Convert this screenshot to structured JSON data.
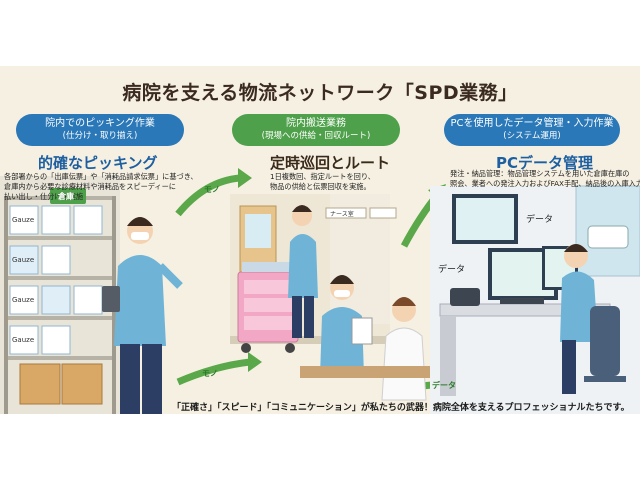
{
  "poster": {
    "title": "病院を支える物流ネットワーク「SPD業務」",
    "sections": [
      {
        "banner": "院内でのピッキング作業",
        "banner_sub": "(仕分け・取り揃え)",
        "heading": "的確なピッキング",
        "desc_lines": [
          "各部署からの「出庫伝票」や「消耗品請求伝票」に基づき、",
          "倉庫内から必要な診療材料や消耗品をスピーディーに",
          "払い出し・仕分けを実施"
        ]
      },
      {
        "banner": "院内搬送業務",
        "banner_sub": "(現場への供給・回収ルート)",
        "heading": "定時巡回とルート",
        "desc_lines": [
          "1日複数回、指定ルートを回り、",
          "物品の供給と伝票回収を実施。"
        ]
      },
      {
        "banner": "PCを使用したデータ管理・入力作業",
        "banner_sub": "(システム運用)",
        "heading": "PCデータ管理",
        "desc_lines": [
          "発注・納品管理：物品管理システムを用いた倉庫在庫の",
          "照会、業者への発注入力およびFAX手配、納品後の入庫入力"
        ]
      }
    ],
    "flow_labels": {
      "mono_top": "モノ",
      "mono_bottom": "モノ",
      "data_bottom": "データ",
      "data_right": "データ",
      "data_left": "データ"
    },
    "box_labels": [
      "Gauze",
      "Gauze",
      "Gauze",
      "Gauze"
    ],
    "storage_sign": "倉庫",
    "corridor_sign": "ナース室",
    "caption": "「正確さ」「スピード」「コミュニケーション」が私たちの武器！病院全体を支えるプロフェッショナルたちです。"
  },
  "colors": {
    "banner_blue": "#2a78b8",
    "banner_green": "#4ea04a",
    "heading_blue": "#1d5fa0",
    "scrub_blue": "#6fb4d6",
    "cart_pink": "#f2a7c4",
    "arrow_green": "#5aa84a",
    "background": "#f6f0e2"
  }
}
